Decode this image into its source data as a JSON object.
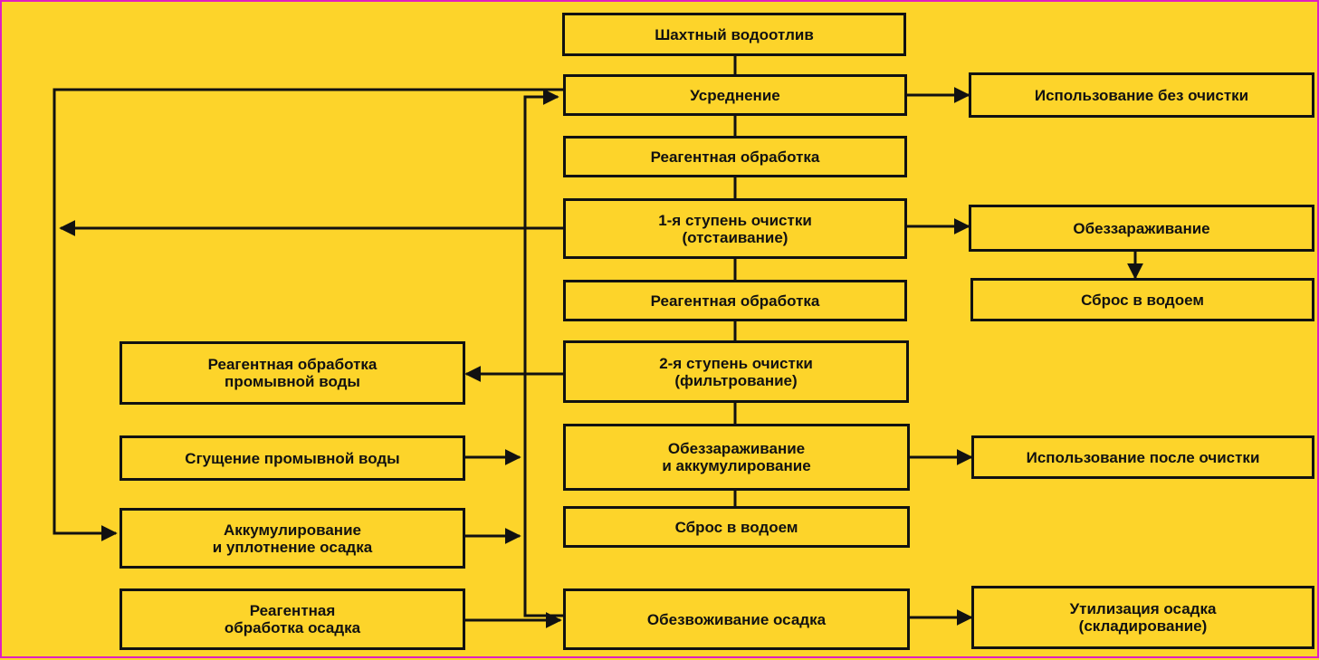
{
  "diagram": {
    "nodes": {
      "mine_drainage": "Шахтный водоотлив",
      "averaging": "Усреднение",
      "use_without_treatment": "Использование без очистки",
      "reagent_treatment_1": "Реагентная обработка",
      "stage1": "1-я ступень очистки\n(отстаивание)",
      "disinfection": "Обеззараживание",
      "discharge_right": "Сброс в водоем",
      "reagent_treatment_2": "Реагентная обработка",
      "reagent_wash_water": "Реагентная    обработка\nпромывной      воды",
      "stage2": "2-я ступень очистки\n(фильтрование)",
      "thickening_wash_water": "Сгущение промывной воды",
      "disinfection_accumulation": "Обеззараживание\nи      аккумулирование",
      "use_after_treatment": "Использование после очистки",
      "sludge_accumulation": "Аккумулирование\nи уплотнение осадка",
      "discharge_center": "Сброс в водоем",
      "reagent_sludge": "Реагентная\nобработка осадка",
      "sludge_dewatering": "Обезвоживание осадка",
      "sludge_utilization": "Утилизация осадка\n(складирование)"
    },
    "colors": {
      "background": "#fdd42a",
      "line": "#111111",
      "frame": "#e020c0"
    }
  }
}
